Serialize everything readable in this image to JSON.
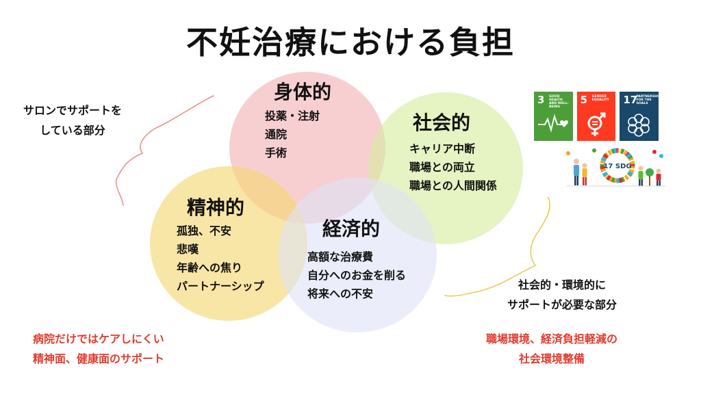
{
  "title": "不妊治療における負担",
  "body_area": {
    "heading": "身体的",
    "items": [
      "投薬・注射",
      "通院",
      "手術"
    ]
  },
  "social_area": {
    "heading": "社会的",
    "items": [
      "キャリア中断",
      "職場との両立",
      "職場との人間関係"
    ]
  },
  "mental_area": {
    "heading": "精神的",
    "items": [
      "孤独、不安",
      "悲嘆",
      "年齢への焦り",
      "パートナーシップ"
    ]
  },
  "economic_area": {
    "heading": "経済的",
    "items": [
      "高額な治療費",
      "自分へのお金を削る",
      "将来への不安"
    ]
  },
  "notes": {
    "salon_support": [
      "サロンでサポートを",
      "している部分"
    ],
    "needs_support": [
      "社会的・環境的に",
      "サポートが必要な部分"
    ],
    "hospital_gap": [
      "病院だけではケアしにくい",
      "精神面、健康面のサポート"
    ],
    "social_env": [
      "職場環境、経済負担軽減の",
      "社会環境整備"
    ]
  },
  "sdgs": [
    {
      "num": "3",
      "caption": "GOOD HEALTH AND WELL-BEING",
      "color": "#4c9f38",
      "icon": "heartbeat-icon"
    },
    {
      "num": "5",
      "caption": "GENDER EQUALITY",
      "color": "#ff3a21",
      "icon": "gender-equality-icon"
    },
    {
      "num": "17",
      "caption": "PARTNERSHIPS FOR THE GOALS",
      "color": "#19486a",
      "icon": "partnership-flower-icon"
    }
  ],
  "sdg_badge": "17 SDG",
  "colors": {
    "body": "#f1a3a6",
    "social": "#d7ec9c",
    "mental": "#f3d76f",
    "economic": "#dde3f7",
    "note_red": "#e23b2d",
    "brace_red": "#ef8f8f",
    "brace_yellow": "#e8cd55"
  }
}
